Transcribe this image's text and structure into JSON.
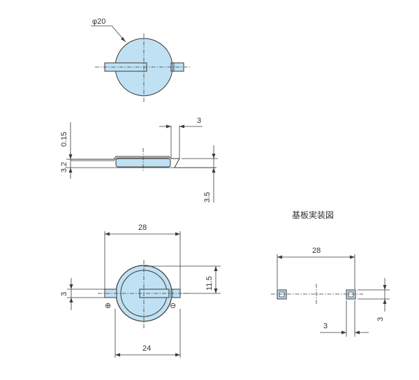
{
  "colors": {
    "line": "#3a3a3a",
    "fill": "#bfe1f3",
    "background": "#ffffff"
  },
  "top_view": {
    "diameter_label": "φ20"
  },
  "side_view": {
    "thickness_label": "0.15",
    "height_label": "3.2",
    "lead_width_label": "3",
    "offset_label": "3.5"
  },
  "front_view": {
    "width_label": "28",
    "half_height_label": "11.5",
    "lead_label": "3",
    "bottom_width_label": "24",
    "plus_symbol": "⊕",
    "minus_symbol": "⊖"
  },
  "mounting": {
    "title": "基板実装図",
    "pitch_label": "28",
    "pad_label": "3",
    "pad_height_label": "3"
  }
}
